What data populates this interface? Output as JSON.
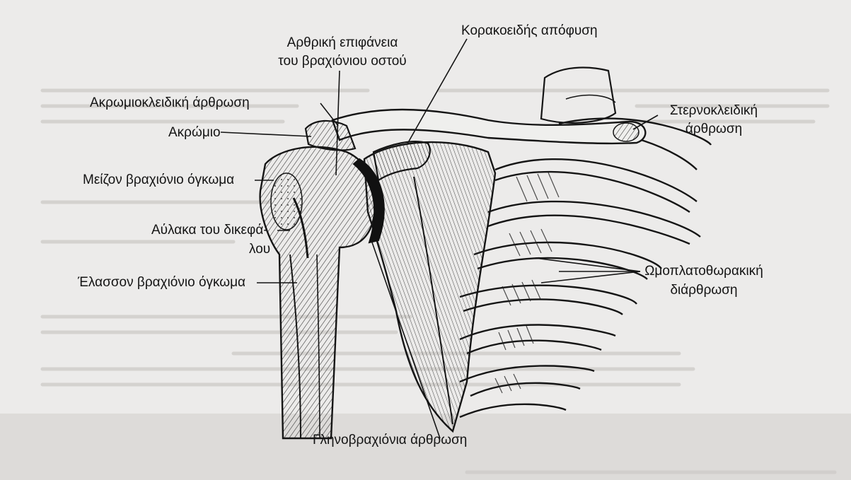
{
  "labels": {
    "articular_surface": {
      "line1": "Αρθρική επιφάνεια",
      "line2": "του βραχιόνιου οστού"
    },
    "coracoid": "Κορακοειδής απόφυση",
    "acromioclavicular": "Ακρωμιοκλειδική άρθρωση",
    "sternoclavicular": {
      "line1": "Στερνοκλειδική",
      "line2": "άρθρωση"
    },
    "acromion": "Ακρώμιο",
    "greater_tuberosity": "Μείζον βραχιόνιο όγκωμα",
    "bicipital_groove": {
      "line1": "Αύλακα του δικεφά-",
      "line2": "λου"
    },
    "lesser_tuberosity": "Έλασσον βραχιόνιο όγκωμα",
    "scapulothoracic": {
      "line1": "Ωμοπλατοθωρακική",
      "line2": "διάρθρωση"
    },
    "glenohumeral": "Γληνοβραχιόνια άρθρωση"
  }
}
